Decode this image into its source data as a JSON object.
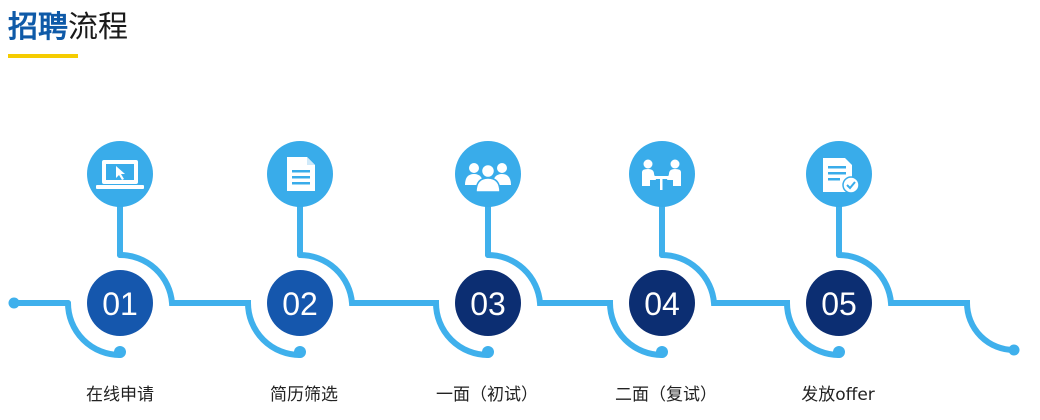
{
  "header": {
    "title_bold": "招聘",
    "title_rest": "流程"
  },
  "steps": [
    {
      "number": "01",
      "label": "在线申请",
      "icon": "laptop-cursor-icon"
    },
    {
      "number": "02",
      "label": "简历筛选",
      "icon": "document-icon"
    },
    {
      "number": "03",
      "label": "一面（初试）",
      "icon": "group-people-icon"
    },
    {
      "number": "04",
      "label": "二面（复试）",
      "icon": "interview-table-icon"
    },
    {
      "number": "05",
      "label": "发放offer",
      "icon": "certificate-check-icon"
    }
  ],
  "colors": {
    "line": "#3fb0ec",
    "icon_circle": "#39acea",
    "number_circle_1": "#1557ad",
    "number_circle_2": "#0c2e72",
    "title_accent": "#0f5aa8",
    "underline": "#f5cc00"
  }
}
